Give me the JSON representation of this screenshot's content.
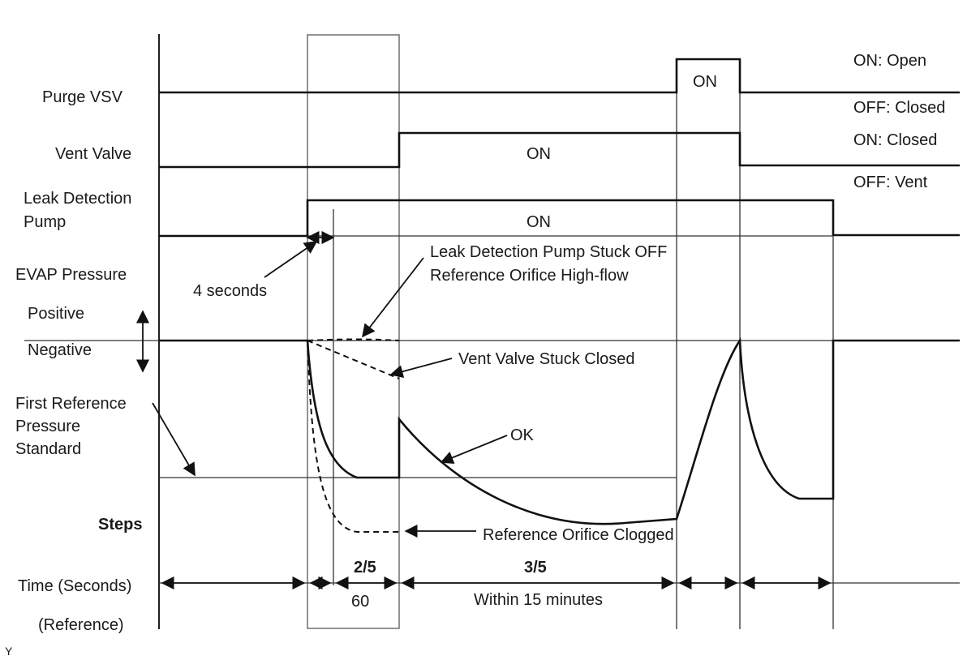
{
  "rows": {
    "purge_vsv": "Purge VSV",
    "vent_valve": "Vent Valve",
    "leak_pump_line1": "Leak Detection",
    "leak_pump_line2": "Pump",
    "evap_pressure": "EVAP Pressure",
    "positive": "Positive",
    "negative": "Negative",
    "first_ref_line1": "First Reference",
    "first_ref_line2": "Pressure",
    "first_ref_line3": "Standard",
    "steps": "Steps",
    "time_seconds": "Time (Seconds)",
    "reference": "(Reference)"
  },
  "states": {
    "purge_on": "ON: Open",
    "purge_off": "OFF: Closed",
    "vent_on": "ON: Closed",
    "vent_off": "OFF: Vent",
    "purge_pulse": "ON",
    "vent_pulse": "ON",
    "pump_pulse": "ON"
  },
  "annotations": {
    "four_seconds": "4 seconds",
    "stuck_off_line1": "Leak Detection Pump Stuck OFF",
    "stuck_off_line2": "Reference Orifice High-flow",
    "vent_stuck": "Vent Valve Stuck Closed",
    "ok": "OK",
    "orifice_clogged": "Reference Orifice Clogged"
  },
  "steps": {
    "step2": "2/5",
    "step3": "3/5"
  },
  "times": {
    "t60": "60",
    "within": "Within 15 minutes"
  },
  "corner_mark": "Y"
}
